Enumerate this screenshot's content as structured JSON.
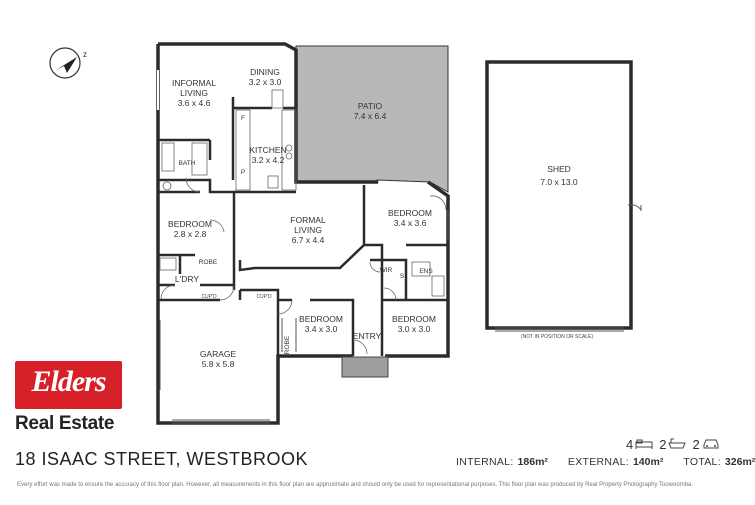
{
  "rooms": {
    "informal_living": {
      "name": "INFORMAL\nLIVING",
      "dims": "3.6 x 4.6"
    },
    "dining": {
      "name": "DINING",
      "dims": "3.2 x 3.0"
    },
    "patio": {
      "name": "PATIO",
      "dims": "7.4 x 6.4"
    },
    "kitchen": {
      "name": "KITCHEN",
      "dims": "3.2 x 4.2"
    },
    "bath": {
      "name": "BATH"
    },
    "bedroom_left": {
      "name": "BEDROOM",
      "dims": "2.8 x 2.8"
    },
    "robe_left": {
      "name": "ROBE"
    },
    "formal_living": {
      "name": "FORMAL\nLIVING",
      "dims": "6.7 x 4.4"
    },
    "bedroom_right": {
      "name": "BEDROOM",
      "dims": "3.4 x 3.6"
    },
    "wir": {
      "name": "WIR"
    },
    "ens": {
      "name": "ENS"
    },
    "laundry": {
      "name": "L'DRY"
    },
    "cupd_1": {
      "name": "CUP'D"
    },
    "cupd_2": {
      "name": "CUP'D"
    },
    "bedroom_middle": {
      "name": "BEDROOM",
      "dims": "3.4 x 3.0"
    },
    "bedroom_bottom_right": {
      "name": "BEDROOM",
      "dims": "3.0 x 3.0"
    },
    "entry": {
      "name": "ENTRY"
    },
    "garage": {
      "name": "GARAGE",
      "dims": "5.8 x 5.8"
    },
    "robe_garage": {
      "name": "ROBE"
    },
    "shed": {
      "name": "SHED",
      "dims": "7.0 x 13.0"
    }
  },
  "kitchen_marks": {
    "f": "F",
    "p": "P",
    "s": "S"
  },
  "shed_note": "(NOT IN POSITION OR SCALE)",
  "brand": {
    "logo_text": "Elders",
    "name": "Real Estate",
    "logo_color": "#d6202a"
  },
  "address": "18 ISAAC STREET, WESTBROOK",
  "features": {
    "bedrooms": "4",
    "bathrooms": "2",
    "car_spaces": "2"
  },
  "stats": {
    "internal_label": "INTERNAL:",
    "internal_value": "186m²",
    "external_label": "EXTERNAL:",
    "external_value": "140m²",
    "total_label": "TOTAL:",
    "total_value": "326m²"
  },
  "disclaimer": "Every effort was made to ensure the accuracy of this floor plan. However, all measurements in this floor plan are approximate and should only be used for representational purposes. This floor plan was produced by Real Property Photography Toowoomba.",
  "colors": {
    "patio_fill": "#b8b8b8",
    "wall": "#2b2b2b",
    "entry_step": "#9e9e9e"
  },
  "icons": {
    "compass": "north-arrow-icon",
    "bed": "bed-icon",
    "bath": "bath-icon",
    "car": "car-icon"
  }
}
